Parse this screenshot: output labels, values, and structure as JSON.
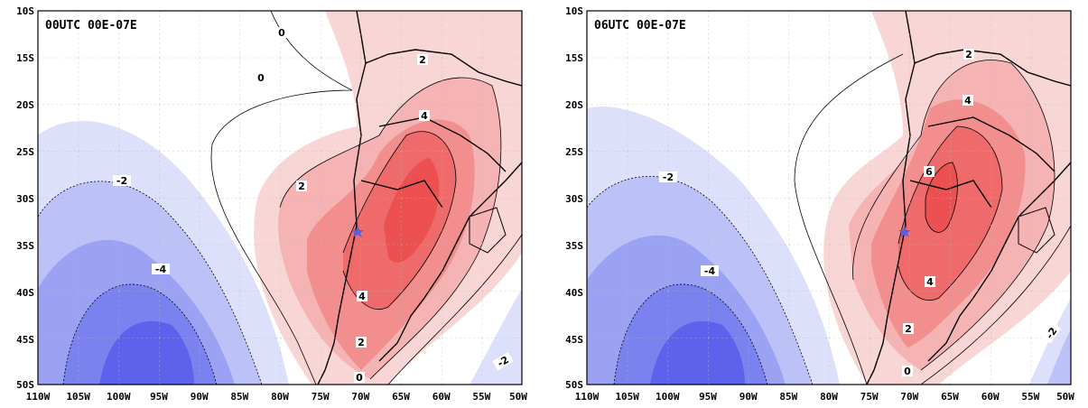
{
  "panels": [
    {
      "title": "00UTC 00E-07E",
      "contour_labels": [
        "0",
        "0",
        "2",
        "2",
        "4",
        "4",
        "2",
        "0",
        "-2",
        "-4",
        "-2"
      ]
    },
    {
      "title": "06UTC 00E-07E",
      "contour_labels": [
        "2",
        "4",
        "6",
        "4",
        "2",
        "0",
        "-2",
        "-4",
        "-2"
      ]
    }
  ],
  "lat_ticks": [
    "10S",
    "15S",
    "20S",
    "25S",
    "30S",
    "35S",
    "40S",
    "45S",
    "50S"
  ],
  "lon_ticks": [
    "110W",
    "105W",
    "100W",
    "95W",
    "90W",
    "85W",
    "80W",
    "75W",
    "70W",
    "65W",
    "60W",
    "55W",
    "50W"
  ],
  "colors": {
    "pos1": "#f9d6d6",
    "pos2": "#f5b3b3",
    "pos3": "#f28e8e",
    "pos4": "#ef6a6a",
    "pos5": "#ec5050",
    "neg1": "#dde0fb",
    "neg2": "#bcc1f7",
    "neg3": "#9ba2f3",
    "neg4": "#7a82ef",
    "neg5": "#5c62ec",
    "star": "#5560e0"
  }
}
